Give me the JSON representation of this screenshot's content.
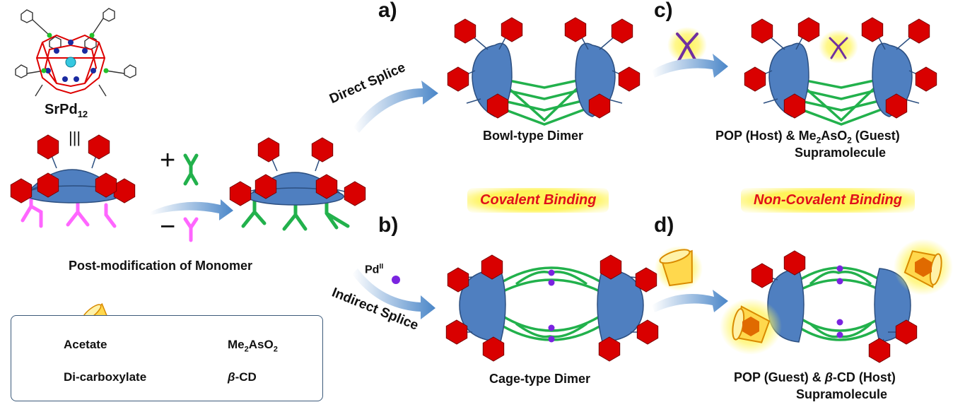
{
  "compound": {
    "base": "SrPd",
    "sub": "12"
  },
  "equiv_symbol": "|||",
  "plus_sign": "+",
  "minus_sign": "−",
  "monomer_caption": "Post-modification of Monomer",
  "direct_splice": "Direct Splice",
  "indirect_splice": "Indirect Splice",
  "pd_label": {
    "base": "Pd",
    "sup": "II"
  },
  "panels": {
    "a": "a)",
    "b": "b)",
    "c": "c)",
    "d": "d)"
  },
  "bowl_caption": "Bowl-type Dimer",
  "cage_caption": "Cage-type Dimer",
  "covalent": "Covalent Binding",
  "noncovalent": "Non-Covalent Binding",
  "c_caption": {
    "pre": "POP (Host)  &  Me",
    "s1": "2",
    "mid": "AsO",
    "s2": "2",
    "post": " (Guest)",
    "line2": "Supramolecule"
  },
  "d_caption": {
    "pre": "POP (Guest)  &  ",
    "beta": "β",
    "post": "-CD (Host)",
    "line2": "Supramolecule"
  },
  "legend": {
    "acetate": "Acetate",
    "dicarboxylate": "Di-carboxylate",
    "me2aso2": {
      "base": "Me",
      "s1": "2",
      "mid": "AsO",
      "s2": "2"
    },
    "bcd": {
      "beta": "β",
      "post": "-CD"
    }
  },
  "colors": {
    "hexagon": "#d90000",
    "sphere": "#4f7fc0",
    "linker": "#22b14c",
    "acetate": "#ff66ff",
    "guest": "#7030a0",
    "cd": "#f5b800",
    "arrow": "#4a86c8",
    "highlight_text": "#e0101a"
  }
}
